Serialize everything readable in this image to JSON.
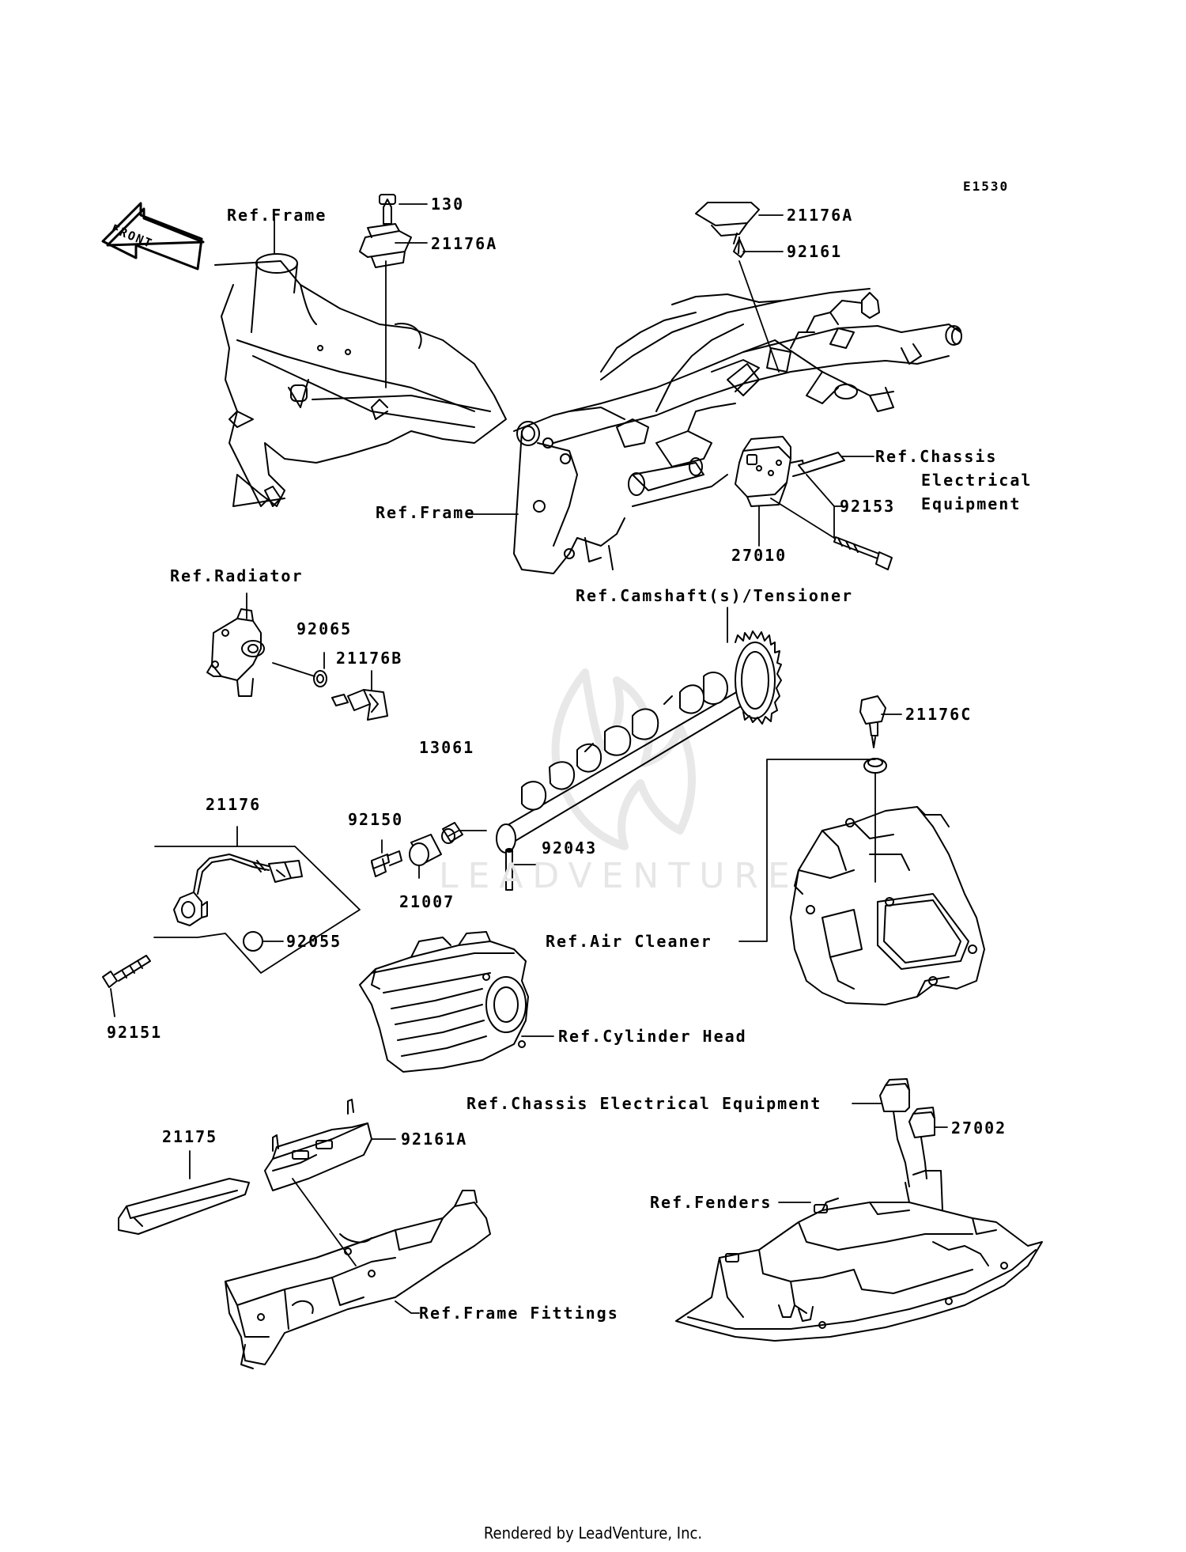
{
  "diagram": {
    "id": "E1530",
    "front_label": "FRONT",
    "watermark": "LEADVENTURE",
    "footer": "Rendered by LeadVenture, Inc."
  },
  "parts": {
    "p130": "130",
    "p21176A_left": "21176A",
    "p21176A_right": "21176A",
    "p92161": "92161",
    "p92153": "92153",
    "p27010": "27010",
    "p92065": "92065",
    "p21176B": "21176B",
    "p21176C": "21176C",
    "p13061": "13061",
    "p92150": "92150",
    "p92043": "92043",
    "p21007": "21007",
    "p21176": "21176",
    "p92055": "92055",
    "p92151": "92151",
    "p21175": "21175",
    "p92161A": "92161A",
    "p27002": "27002"
  },
  "refs": {
    "frame_top": "Ref.Frame",
    "frame_mid": "Ref.Frame",
    "chassis_line1": "Ref.Chassis",
    "chassis_line2": "Electrical",
    "chassis_line3": "Equipment",
    "radiator": "Ref.Radiator",
    "camshaft": "Ref.Camshaft(s)/Tensioner",
    "air_cleaner": "Ref.Air Cleaner",
    "cylinder_head": "Ref.Cylinder Head",
    "chassis_full": "Ref.Chassis Electrical Equipment",
    "fenders": "Ref.Fenders",
    "frame_fittings": "Ref.Frame Fittings"
  }
}
